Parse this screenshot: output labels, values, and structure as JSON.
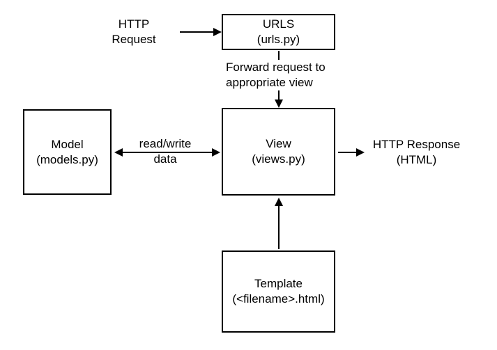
{
  "colors": {
    "background": "#ffffff",
    "line": "#000000",
    "text": "#000000"
  },
  "boxes": {
    "urls": {
      "line1": "URLS",
      "line2": "(urls.py)"
    },
    "model": {
      "line1": "Model",
      "line2": "(models.py)"
    },
    "view": {
      "line1": "View",
      "line2": "(views.py)"
    },
    "template": {
      "line1": "Template",
      "line2": "(<filename>.html)"
    }
  },
  "labels": {
    "http_request": {
      "line1": "HTTP",
      "line2": "Request"
    },
    "forward": {
      "line1": "Forward request to",
      "line2": "appropriate view"
    },
    "read_write": {
      "line1": "read/write",
      "line2": "data"
    },
    "http_response": {
      "line1": "HTTP Response",
      "line2": "(HTML)"
    }
  },
  "arrows": [
    {
      "name": "http-request-to-urls",
      "from": "http-request-label",
      "to": "urls-box",
      "direction": "right"
    },
    {
      "name": "urls-to-view",
      "from": "urls-box",
      "to": "view-box",
      "direction": "down"
    },
    {
      "name": "model-view-bidirectional",
      "from": "model-box",
      "to": "view-box",
      "direction": "both"
    },
    {
      "name": "view-to-http-response",
      "from": "view-box",
      "to": "http-response-label",
      "direction": "right"
    },
    {
      "name": "template-to-view",
      "from": "template-box",
      "to": "view-box",
      "direction": "up"
    }
  ]
}
